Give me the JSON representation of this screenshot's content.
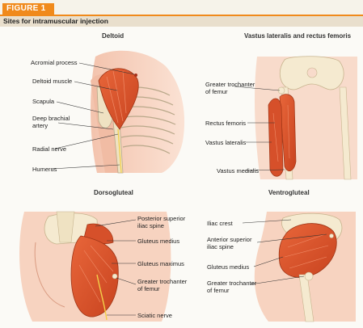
{
  "figure": {
    "tab": "FIGURE 1",
    "subtitle": "Sites for intramuscular injection"
  },
  "panels": {
    "deltoid": {
      "title": "Deltoid",
      "labels": {
        "acromial": "Acromial process",
        "deltoid_muscle": "Deltoid muscle",
        "scapula": "Scapula",
        "brachial_1": "Deep brachial",
        "brachial_2": "artery",
        "radial": "Radial nerve",
        "humerus": "Humerus"
      }
    },
    "vastus": {
      "title": "Vastus lateralis and rectus femoris",
      "labels": {
        "trochanter_1": "Greater trochanter",
        "trochanter_2": "of femur",
        "rectus": "Rectus femoris",
        "vastus_lat": "Vastus lateralis",
        "vastus_med": "Vastus medialis"
      }
    },
    "dorsogluteal": {
      "title": "Dorsogluteal",
      "labels": {
        "psis_1": "Posterior superior",
        "psis_2": "iliac spine",
        "gluteus_medius": "Gluteus medius",
        "gluteus_maximus": "Gluteus maximus",
        "trochanter_1": "Greater trochanter",
        "trochanter_2": "of femur",
        "sciatic": "Sciatic nerve"
      }
    },
    "ventrogluteal": {
      "title": "Ventrogluteal",
      "labels": {
        "iliac_crest": "Iliac crest",
        "asis_1": "Anterior superior",
        "asis_2": "iliac spine",
        "gluteus_medius": "Gluteus medius",
        "trochanter_1": "Greater trochanter",
        "trochanter_2": "of femur"
      }
    }
  },
  "colors": {
    "accent": "#f08a1c",
    "skin": "#f7d3c0",
    "muscle": "#d9552d",
    "bone": "#f5ead0"
  }
}
